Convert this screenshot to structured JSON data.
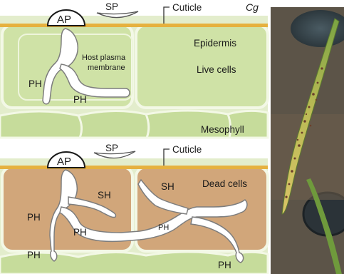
{
  "top_panel": {
    "appressorium": "AP",
    "spore": "SP",
    "cuticle": "Cuticle",
    "species": "Cg",
    "epidermis": "Epidermis",
    "host_membrane_line1": "Host plasma",
    "host_membrane_line2": "membrane",
    "live_cells": "Live cells",
    "primary_hypha_left": "PH",
    "primary_hypha_bottom": "PH",
    "mesophyll": "Mesophyll"
  },
  "bottom_panel": {
    "appressorium": "AP",
    "spore": "SP",
    "cuticle": "Cuticle",
    "secondary_hypha_left": "SH",
    "secondary_hypha_right": "SH",
    "dead_cells": "Dead cells",
    "primary_hypha_left": "PH",
    "primary_hypha_mid": "PH",
    "primary_hypha_right": "PH",
    "primary_hypha_bottom_left": "PH",
    "primary_hypha_bottom_right": "PH"
  },
  "colors": {
    "cuticle": "#e6b13f",
    "live_cell_fill": "#cfe2a6",
    "cell_wall": "#f3f8e6",
    "dead_cell_fill": "#d1a67a",
    "mesophyll_fill": "#c6dc9b",
    "hypha_fill": "#ffffff",
    "leaf_green": "#6f9a3c",
    "leaf_yellow": "#cfc25a"
  }
}
